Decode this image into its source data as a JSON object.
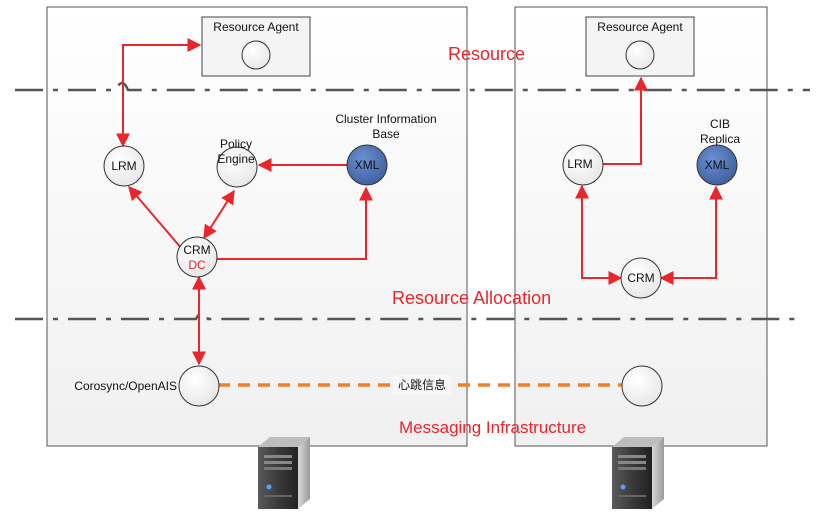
{
  "layers": {
    "resource": "Resource",
    "resource_allocation": "Resource Allocation",
    "messaging": "Messaging Infrastructure"
  },
  "node1": {
    "resource_agent": "Resource Agent",
    "lrm": "LRM",
    "policy_engine_line1": "Policy",
    "policy_engine_line2": "Engine",
    "cib_label_line1": "Cluster Information",
    "cib_label_line2": "Base",
    "xml": "XML",
    "crm": "CRM",
    "dc": "DC",
    "messaging": "Corosync/OpenAIS"
  },
  "node2": {
    "resource_agent": "Resource Agent",
    "lrm": "LRM",
    "cib_label_line1": "CIB",
    "cib_label_line2": "Replica",
    "xml": "XML",
    "crm": "CRM"
  },
  "heartbeat": "心跳信息",
  "colors": {
    "arrow": "#e8262b",
    "layer_text": "#e8262b",
    "xml_fill": "#4f74b8",
    "heartbeat": "#f07f2c",
    "dash_line": "#555555"
  },
  "icons": [
    "server-icon",
    "server-icon"
  ]
}
